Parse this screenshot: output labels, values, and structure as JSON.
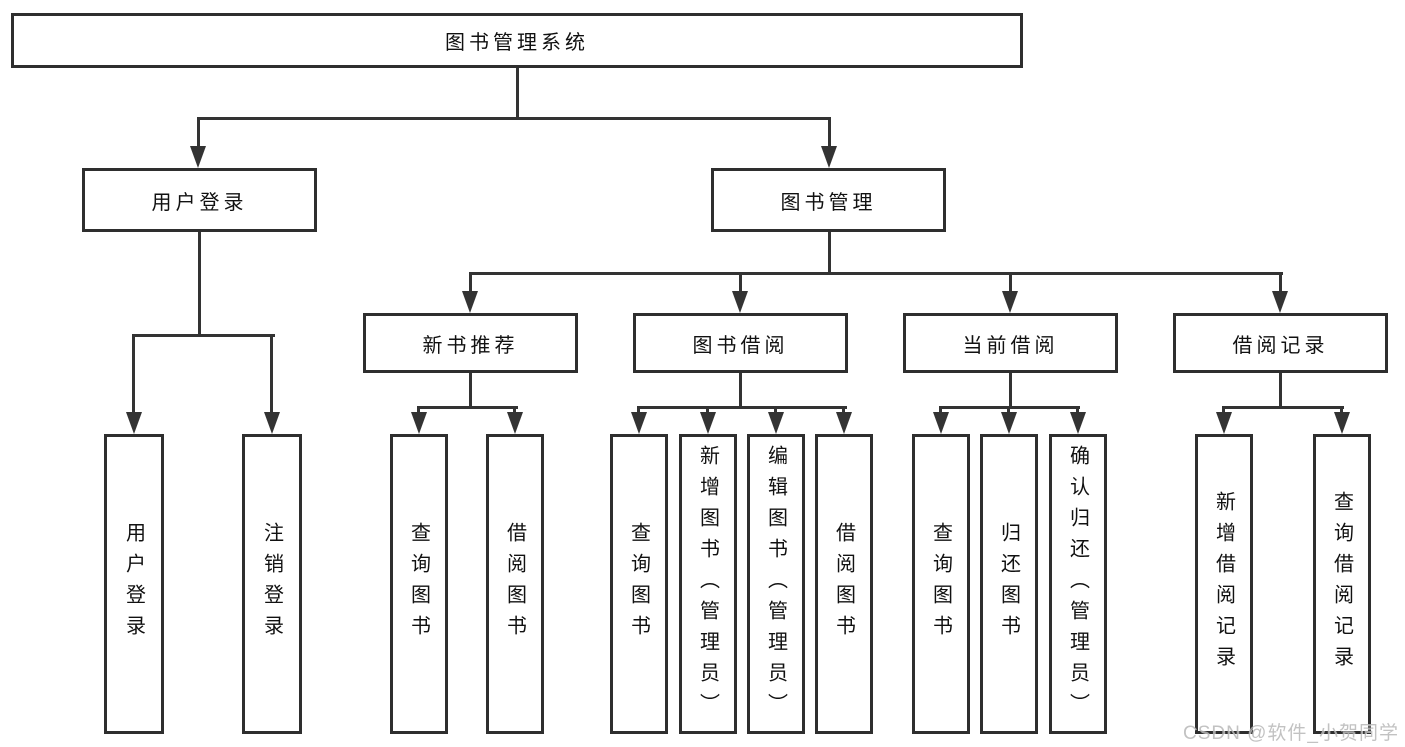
{
  "diagram": {
    "root": {
      "label": "图书管理系统"
    },
    "level2": [
      {
        "label": "用户登录"
      },
      {
        "label": "图书管理"
      }
    ],
    "level3": [
      {
        "label": "新书推荐"
      },
      {
        "label": "图书借阅"
      },
      {
        "label": "当前借阅"
      },
      {
        "label": "借阅记录"
      }
    ],
    "leaves": [
      {
        "label": "用户登录"
      },
      {
        "label": "注销登录"
      },
      {
        "label": "查询图书"
      },
      {
        "label": "借阅图书"
      },
      {
        "label": "查询图书"
      },
      {
        "label": "新增图书（管理员）"
      },
      {
        "label": "编辑图书（管理员）"
      },
      {
        "label": "借阅图书"
      },
      {
        "label": "查询图书"
      },
      {
        "label": "归还图书"
      },
      {
        "label": "确认归还（管理员）"
      },
      {
        "label": "新增借阅记录"
      },
      {
        "label": "查询借阅记录"
      }
    ],
    "watermark": "CSDN @软件_小贺同学",
    "colors": {
      "line": "#333333",
      "box_border": "#2e2e2e",
      "text": "#111111",
      "watermark": "#b8b8b8",
      "background": "#ffffff"
    }
  }
}
